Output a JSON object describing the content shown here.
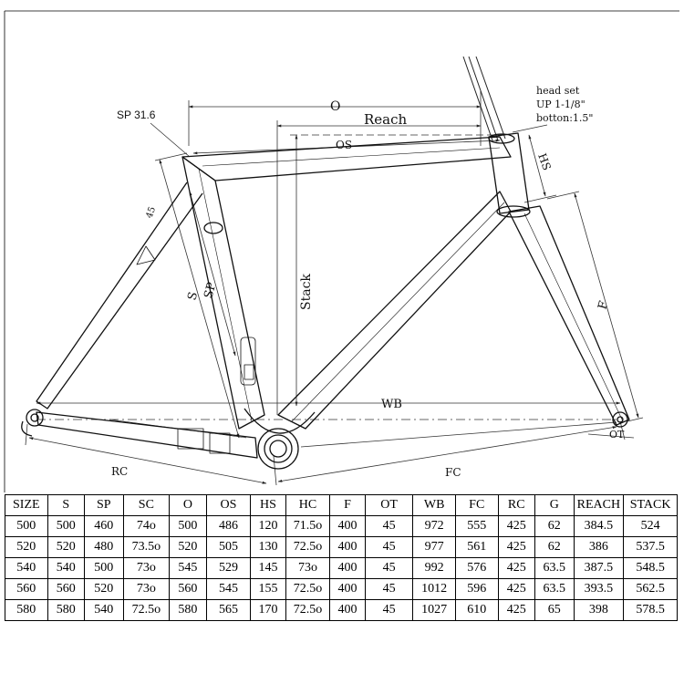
{
  "labels": {
    "sp": "SP 31.6",
    "headset_title": "head set",
    "headset_up": "UP 1-1/8\"",
    "headset_bottom": "botton:1.5\"",
    "o": "O",
    "reach": "Reach",
    "os": "OS",
    "hs": "HS",
    "stack": "Stack",
    "s": "S",
    "sp_dim": "SP",
    "f": "F",
    "wb": "WB",
    "ot": "OT",
    "rc": "RC",
    "fc": "FC",
    "angle": "45"
  },
  "table": {
    "headers": [
      "SIZE",
      "S",
      "SP",
      "SC",
      "O",
      "OS",
      "HS",
      "HC",
      "F",
      "OT",
      "WB",
      "FC",
      "RC",
      "G",
      "REACH",
      "STACK"
    ],
    "rows": [
      [
        "500",
        "500",
        "460",
        "74o",
        "500",
        "486",
        "120",
        "71.5o",
        "400",
        "45",
        "972",
        "555",
        "425",
        "62",
        "384.5",
        "524"
      ],
      [
        "520",
        "520",
        "480",
        "73.5o",
        "520",
        "505",
        "130",
        "72.5o",
        "400",
        "45",
        "977",
        "561",
        "425",
        "62",
        "386",
        "537.5"
      ],
      [
        "540",
        "540",
        "500",
        "73o",
        "545",
        "529",
        "145",
        "73o",
        "400",
        "45",
        "992",
        "576",
        "425",
        "63.5",
        "387.5",
        "548.5"
      ],
      [
        "560",
        "560",
        "520",
        "73o",
        "560",
        "545",
        "155",
        "72.5o",
        "400",
        "45",
        "1012",
        "596",
        "425",
        "63.5",
        "393.5",
        "562.5"
      ],
      [
        "580",
        "580",
        "540",
        "72.5o",
        "580",
        "565",
        "170",
        "72.5o",
        "400",
        "45",
        "1027",
        "610",
        "425",
        "65",
        "398",
        "578.5"
      ]
    ]
  }
}
